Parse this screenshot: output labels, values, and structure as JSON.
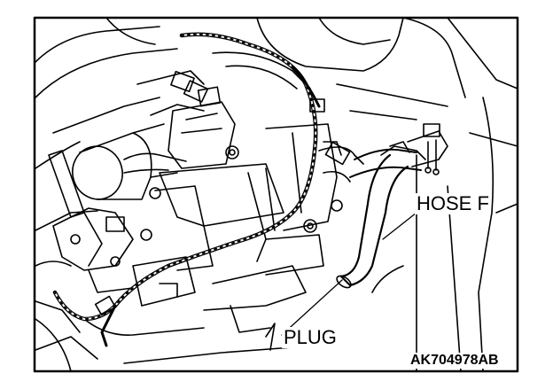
{
  "labels": {
    "hose": "HOSE F",
    "plug": "PLUG"
  },
  "figure_code": "AK704978AB",
  "colors": {
    "line": "#000000",
    "background": "#ffffff"
  }
}
